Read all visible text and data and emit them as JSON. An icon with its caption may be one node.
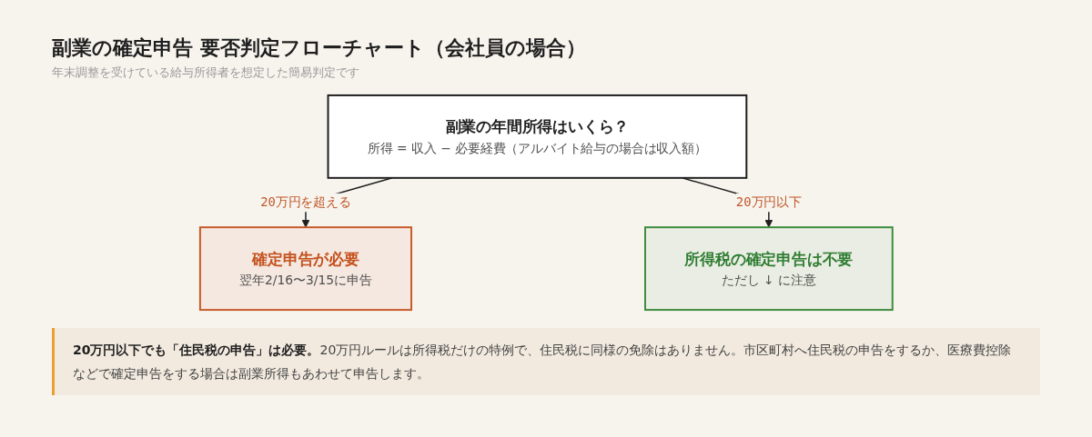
{
  "diagram": {
    "title": "副業の確定申告 要否判定フローチャート（会社員の場合）",
    "nodes": [
      {
        "text": [
          "副業の年間所得はいくら？",
          "所得 = 収入 − 必要経費（アルバイト給与の場合は収入額）"
        ]
      },
      {
        "text": [
          "確定申告が必要",
          "翌年2/16〜3/15に申告"
        ]
      },
      {
        "text": [
          "所得税の確定申告は不要",
          "ただし ↓ に注意"
        ]
      }
    ],
    "edges": [
      {
        "from": 0,
        "to": 1,
        "arrow": "to",
        "label": "20万円を超える"
      },
      {
        "from": 0,
        "to": 2,
        "arrow": "to",
        "label": "20万円以下"
      }
    ],
    "labels": [
      "年末調整を受けている給与所得者を想定した簡易判定です",
      "**20万円以下でも「住民税の申告」は必要。**20万円ルールは所得税だけの特例で、住民税に同様の免除はありません。市区町村へ住民税の申告をするか、医療費控除などで確定申告をする場合は副業所得もあわせて申告します。"
    ]
  }
}
